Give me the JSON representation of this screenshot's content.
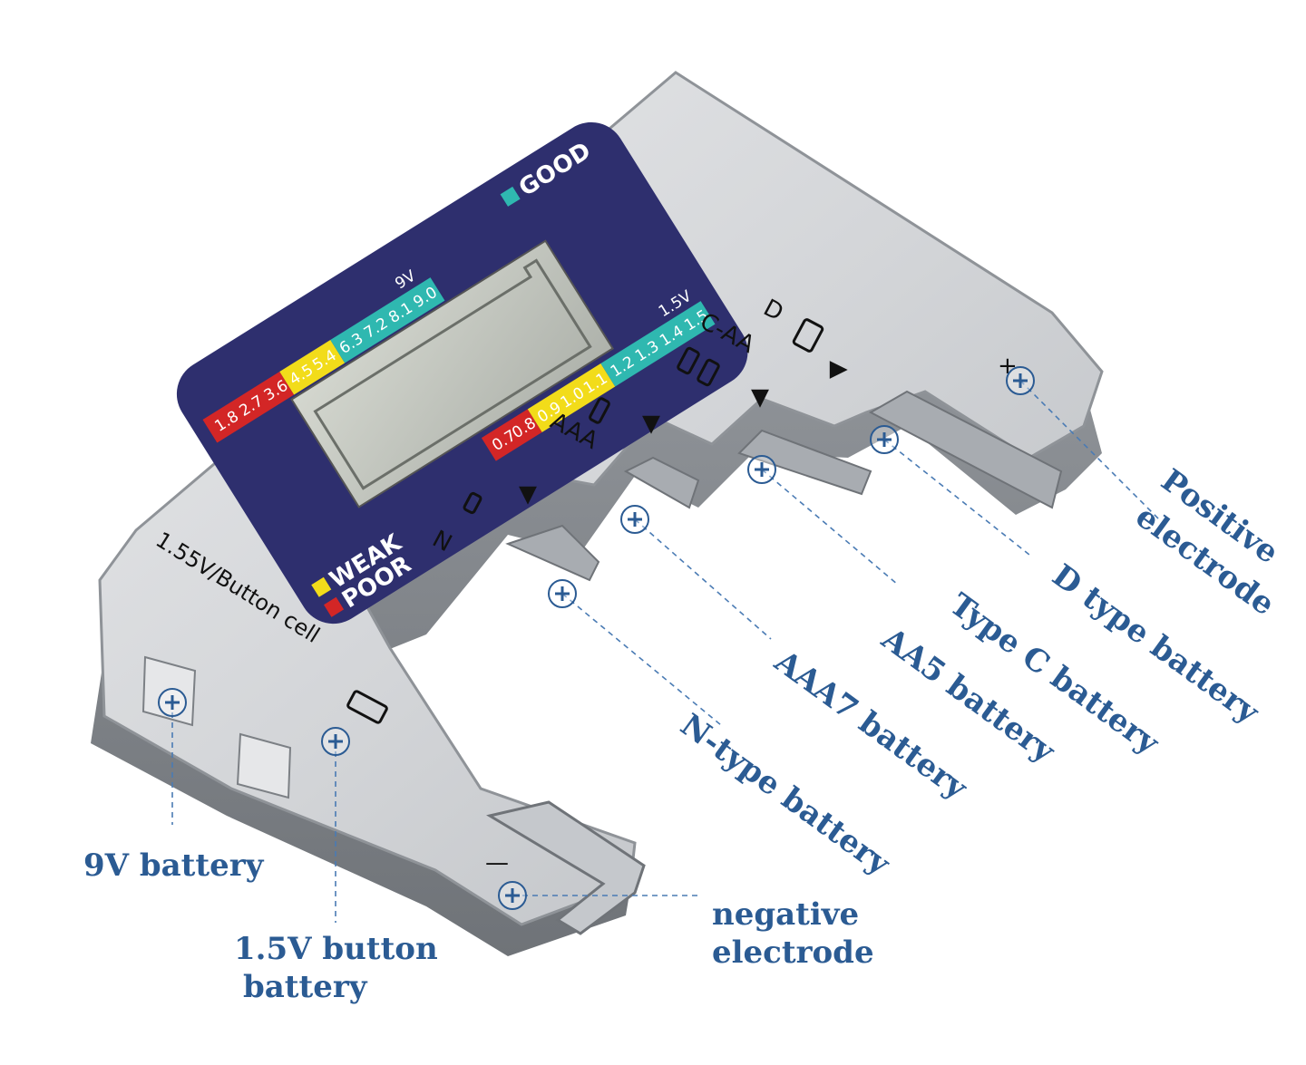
{
  "panel": {
    "good_label": "GOOD",
    "weak_label": "WEAK",
    "poor_label": "POOR",
    "scale_9v_label": "9V",
    "scale_15v_label": "1.5V",
    "scale_9v": {
      "red": [
        "1.8",
        "2.7",
        "3.6"
      ],
      "yellow": [
        "4.5",
        "5.4"
      ],
      "green": [
        "6.3",
        "7.2",
        "8.1",
        "9.0"
      ]
    },
    "scale_15v": {
      "red": [
        "0.7",
        "0.8"
      ],
      "yellow": [
        "0.9",
        "1.0",
        "1.1"
      ],
      "green": [
        "1.2",
        "1.3",
        "1.4",
        "1.5"
      ]
    },
    "colors": {
      "panel": "#2e2f6e",
      "good": "#2fb8b0",
      "weak": "#f2dc1a",
      "poor": "#d32626",
      "lcd": "#c9ccc4"
    }
  },
  "body_marks": {
    "plus": "+",
    "minus": "—",
    "d": "D",
    "c_aa": "C-AA",
    "aaa": "AAA",
    "n": "N",
    "button_cell": "1.55V/Button cell",
    "arrow": "▲"
  },
  "callouts": {
    "positive": [
      "Positive",
      "electrode"
    ],
    "d_type": "D type battery",
    "type_c": "Type C battery",
    "aa5": "AA5 battery",
    "aaa7": "AAA7 battery",
    "n_type": "N-type battery",
    "nine_v": "9V battery",
    "button": [
      "1.5V button",
      "battery"
    ],
    "negative": [
      "negative",
      "electrode"
    ]
  },
  "callout_color": "#2b5b93"
}
